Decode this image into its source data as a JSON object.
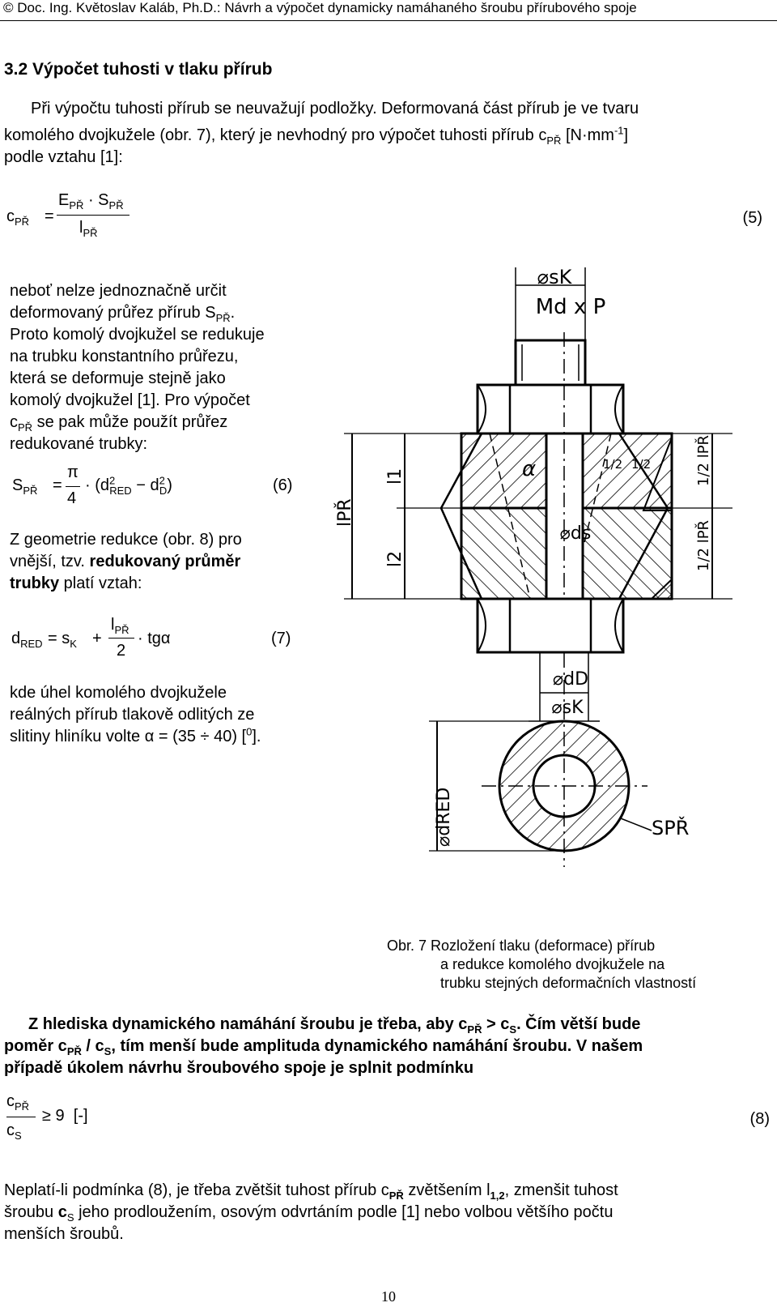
{
  "header": {
    "text": "© Doc. Ing. Květoslav Kaláb, Ph.D.: Návrh a výpočet dynamicky namáhaného šroubu přírubového spoje"
  },
  "section": {
    "title": "3.2 Výpočet tuhosti v tlaku přírub"
  },
  "p1": {
    "line1": "Při výpočtu tuhosti přírub se neuvažují podložky. Deformovaná část přírub je ve tvaru",
    "line2a": "komolého dvojkužele (obr. 7), který je nevhodný pro výpočet tuhosti přírub c",
    "line2sub": "PŘ",
    "line2b": " [N·mm",
    "line2sup": "-1",
    "line2c": "]",
    "line3": "podle vztahu [1]:"
  },
  "eq5": {
    "lhs": "c",
    "lhs_sub": "PŘ",
    "num_a": "E",
    "num_a_sub": "PŘ",
    "num_b": "· S",
    "num_b_sub": "PŘ",
    "den": "l",
    "den_sub": "PŘ",
    "number": "(5)"
  },
  "p2": {
    "l1": "neboť nelze jednoznačně určit",
    "l2a": "deformovaný průřez přírub S",
    "l2sub": "PŘ",
    "l2b": ".",
    "l3": "Proto komolý dvojkužel se redukuje",
    "l4": "na trubku konstantního průřezu,",
    "l5": "která se deformuje stejně jako",
    "l6": "komolý dvojkužel [1]. Pro výpočet",
    "l7a": "c",
    "l7sub": "PŘ",
    "l7b": " se pak může použít průřez",
    "l8": "redukované trubky:"
  },
  "eq6": {
    "lhs": "S",
    "lhs_sub": "PŘ",
    "num": "π",
    "den": "4",
    "body_a": "· (d",
    "sub1": "RED",
    "sup1": "2",
    "body_b": " − d",
    "sub2": "D",
    "sup2": "2",
    "body_c": ")",
    "number": "(6)"
  },
  "p3": {
    "l1": "Z geometrie redukce (obr. 8) pro",
    "l2a": "vnější, tzv. ",
    "l2b": "redukovaný průměr",
    "l3a": "trubky",
    "l3b": " platí vztah:"
  },
  "eq7": {
    "lhs": "d",
    "lhs_sub": "RED",
    "eq": "= s",
    "eq_sub": "K",
    "plus": "+",
    "num": "l",
    "num_sub": "PŘ",
    "den": "2",
    "tail": "· tgα",
    "number": "(7)"
  },
  "p4": {
    "l1": "kde úhel komolého dvojkužele",
    "l2": "reálných přírub tlakově odlitých ze",
    "l3a": "slitiny hliníku volte α = (35 ÷ 40) [",
    "l3sup": "0",
    "l3b": "]."
  },
  "figure": {
    "labels": {
      "sk_top": "⌀sK",
      "thread": "Md x P",
      "alpha": "α",
      "ds": "⌀ds",
      "dd": "⌀dD",
      "sk_bottom": "⌀sK",
      "dred": "⌀dRED",
      "spr": "SPŘ",
      "lpr": "lPŘ",
      "l1": "l1",
      "l2": "l2",
      "half_a": "1/2",
      "half_b": "1/2",
      "half_lpr_top": "1/2 lPŘ",
      "half_lpr_bottom": "1/2 lPŘ"
    },
    "caption": {
      "l1": "Obr. 7 Rozložení tlaku (deformace) přírub",
      "l2": "a redukce komolého dvojkužele na",
      "l3": "trubku stejných deformačních vlastností"
    }
  },
  "p5": {
    "l1a": "Z hlediska dynamického namáhání šroubu je třeba, aby c",
    "l1sub1": "PŘ",
    "l1b": " > c",
    "l1sub2": "S",
    "l1c": ". Čím větší bude",
    "l2a": "poměr c",
    "l2sub1": "PŘ",
    "l2b": " / c",
    "l2sub2": "S",
    "l2c": ", tím menší bude amplituda dynamického namáhání šroubu. V našem",
    "l3": "případě úkolem návrhu šroubového spoje je splnit podmínku"
  },
  "eq8": {
    "num": "c",
    "num_sub": "PŘ",
    "den": "c",
    "den_sub": "S",
    "rel": "≥ 9  [-]",
    "number": "(8)"
  },
  "p6": {
    "l1a": "Neplatí-li podmínka (8), je třeba zvětšit tuhost přírub c",
    "l1sub": "PŘ",
    "l1b": " zvětšením l",
    "l1sub2": "1,2",
    "l1c": ", zmenšit tuhost",
    "l2a": "šroubu ",
    "l2b": "c",
    "l2sub": "S",
    "l2c": " jeho prodloužením, osovým odvrtáním podle [1] nebo volbou většího počtu",
    "l3": "menších šroubů."
  },
  "page": {
    "number": "10"
  }
}
